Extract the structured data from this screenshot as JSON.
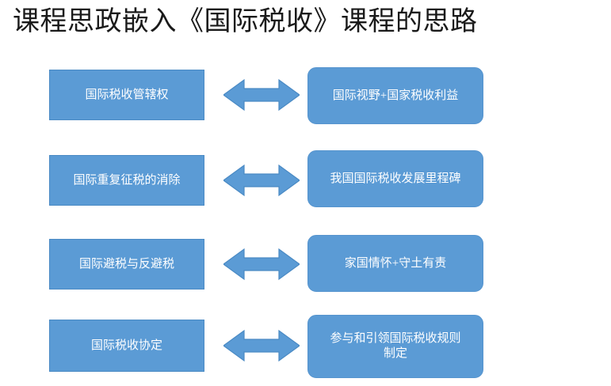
{
  "slide": {
    "title": "课程思政嵌入《国际税收》课程的思路",
    "background_color": "#FFFFFF",
    "accent_color": "#5B9BD5",
    "text_color": "#FFFFFF",
    "title_color": "#1A1A1A"
  },
  "rows": [
    {
      "left": "国际税收管辖权",
      "arrow": "double-headed-arrow",
      "right_line1": "国际视野+国家税收利益",
      "right_line2": ""
    },
    {
      "left": "国际重复征税的消除",
      "arrow": "double-headed-arrow",
      "right_line1": "我国国际税收发展里程碑",
      "right_line2": ""
    },
    {
      "left": "国际避税与反避税",
      "arrow": "double-headed-arrow",
      "right_line1": "家国情怀+守土有责",
      "right_line2": ""
    },
    {
      "left": "国际税收协定",
      "arrow": "double-headed-arrow",
      "right_line1": "参与和引领国际税收规则",
      "right_line2": "制定"
    }
  ]
}
